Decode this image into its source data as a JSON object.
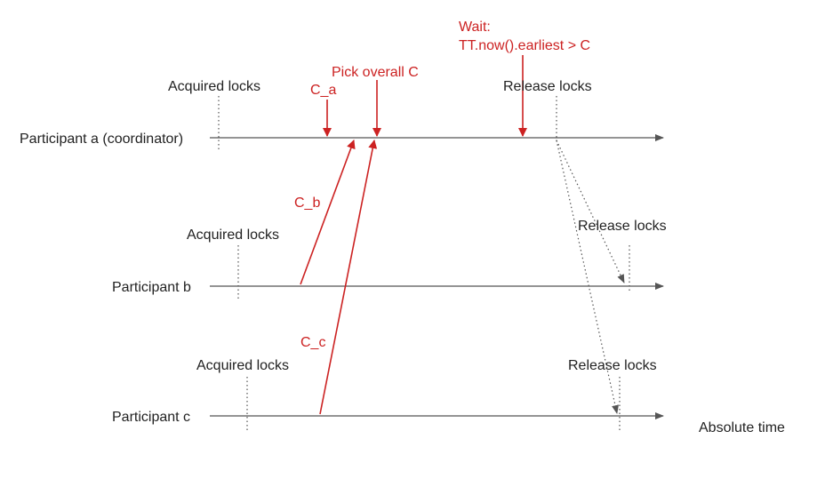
{
  "participants": {
    "a": "Participant a (coordinator)",
    "b": "Participant b",
    "c": "Participant c"
  },
  "labels": {
    "acquired_a": "Acquired locks",
    "acquired_b": "Acquired locks",
    "acquired_c": "Acquired locks",
    "release_a": "Release locks",
    "release_b": "Release locks",
    "release_c": "Release locks",
    "absolute_time": "Absolute time"
  },
  "annotations": {
    "c_a": "C_a",
    "c_b": "C_b",
    "c_c": "C_c",
    "pick_overall": "Pick overall C",
    "wait_line1": "Wait:",
    "wait_line2": "TT.now().earliest > C"
  },
  "colors": {
    "accent": "#cc2222",
    "line": "#555555",
    "text": "#222222"
  }
}
